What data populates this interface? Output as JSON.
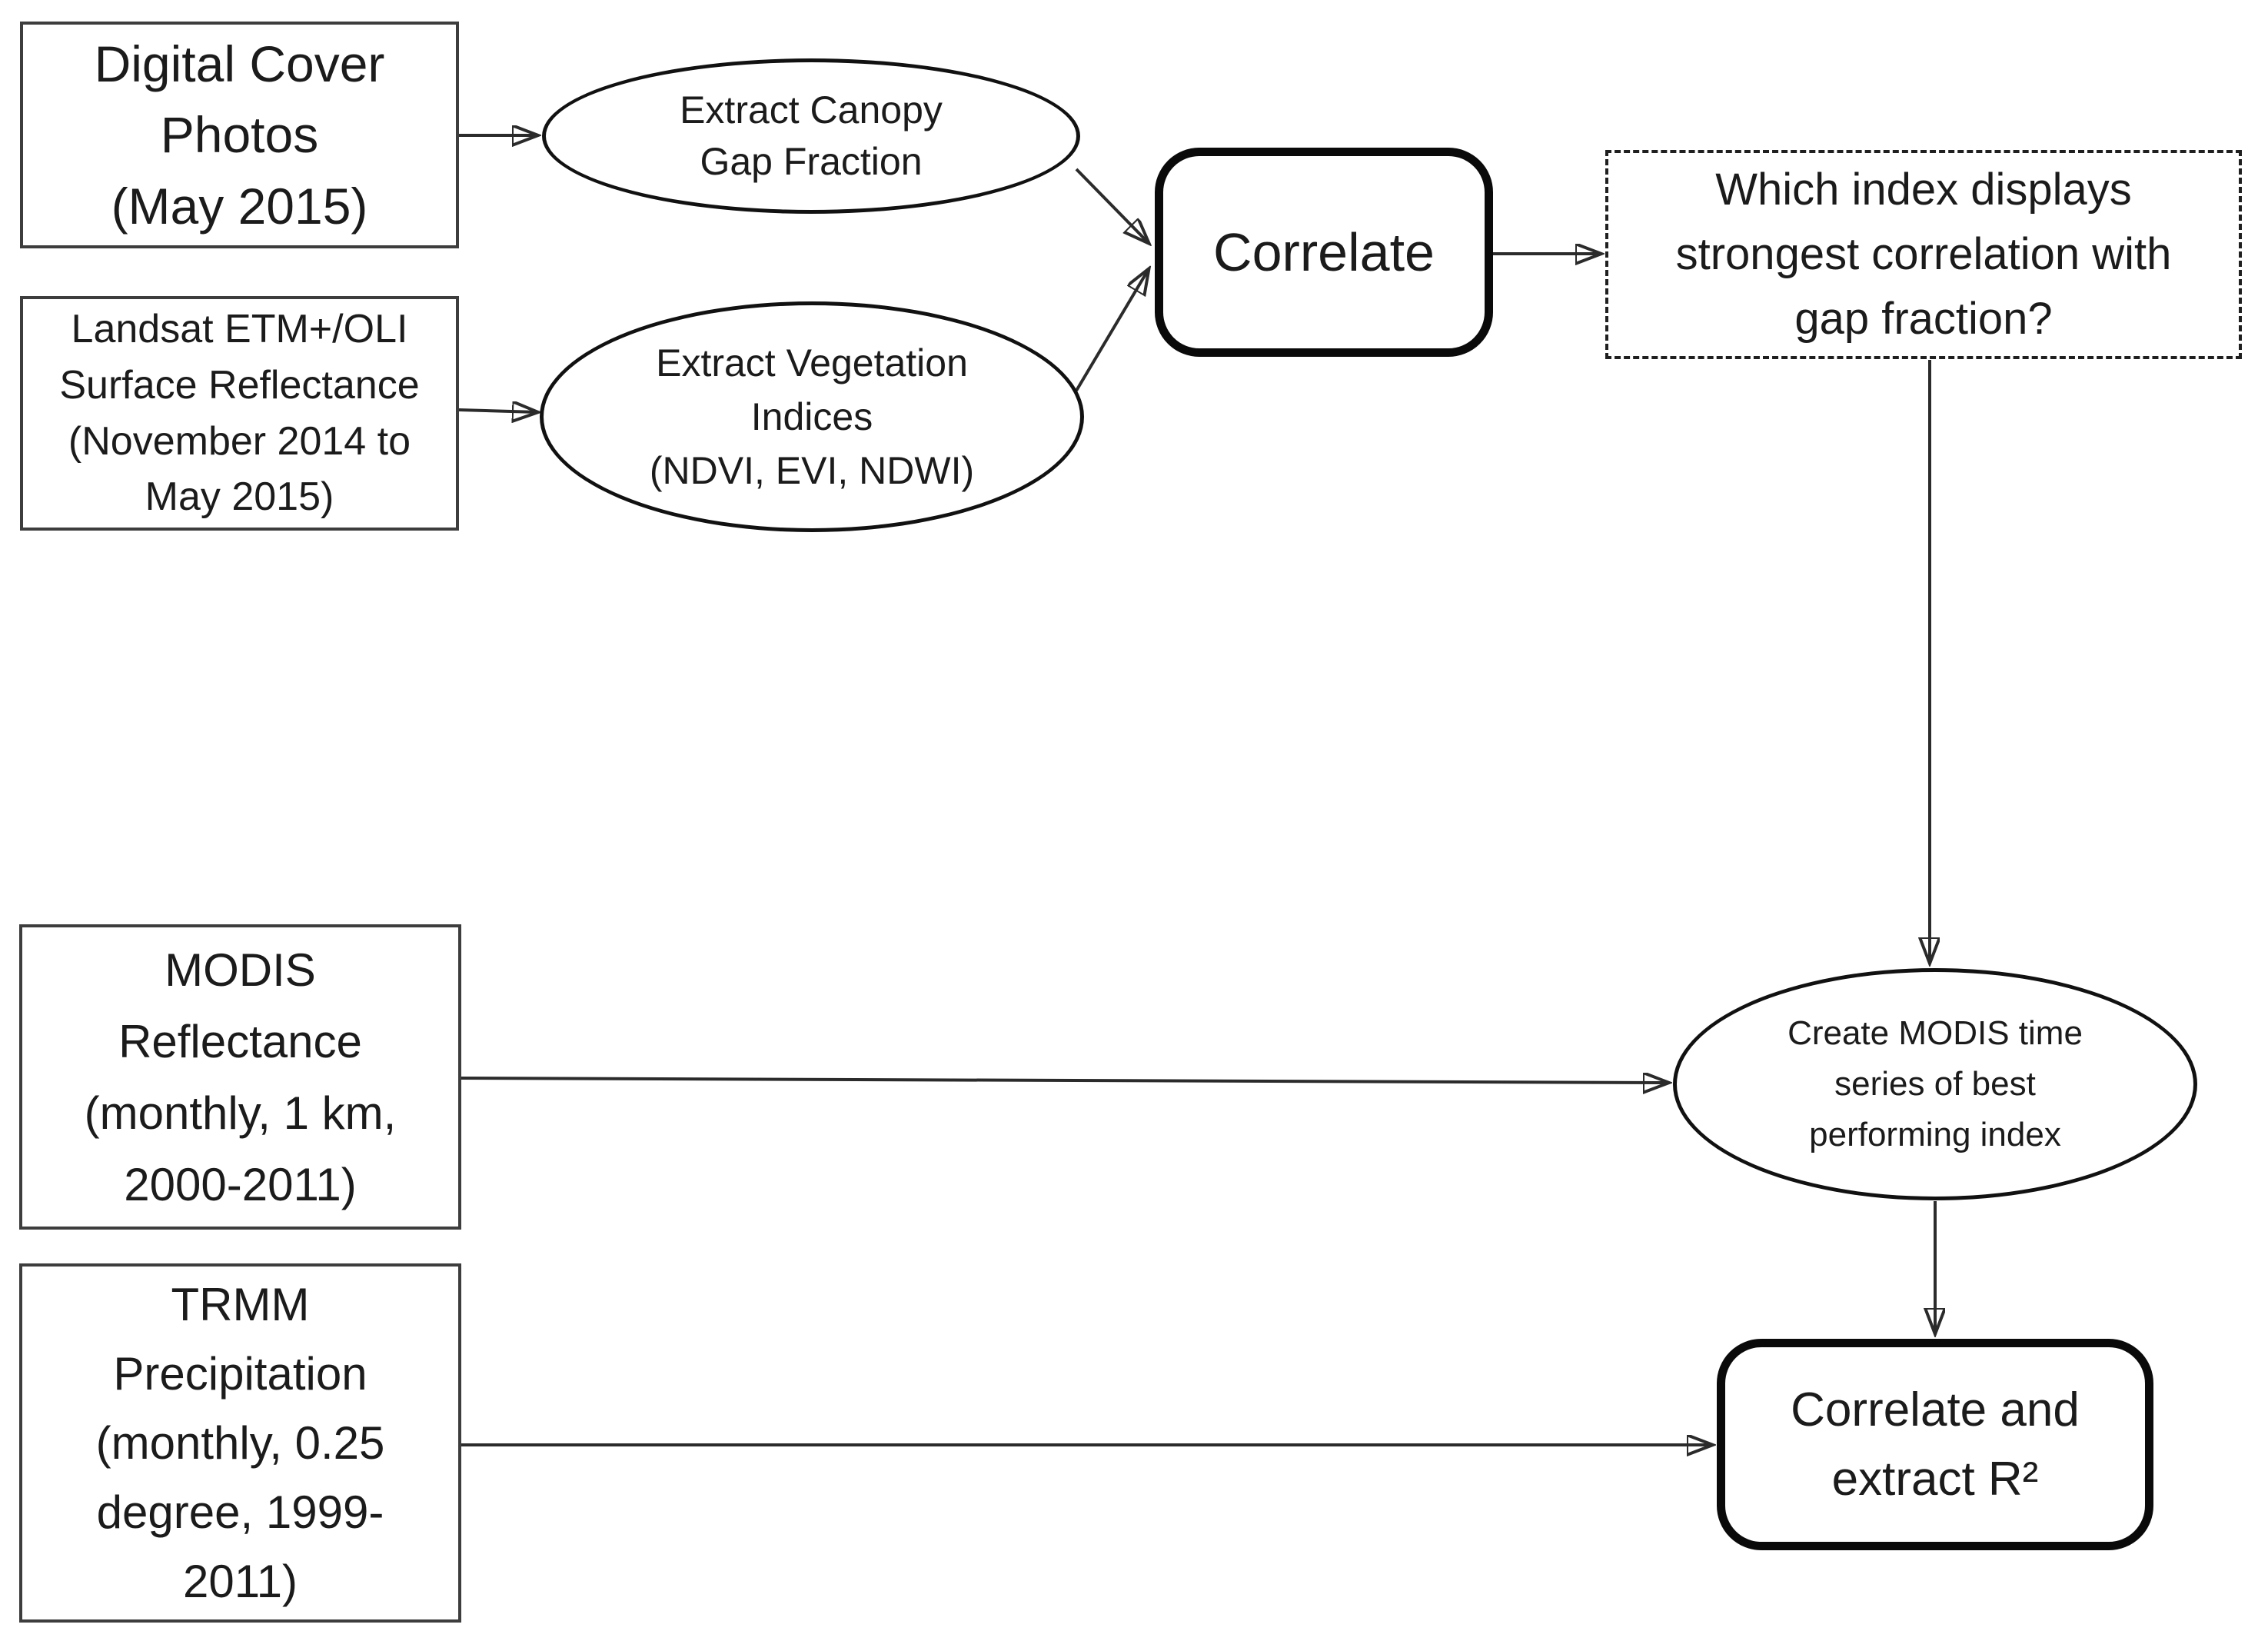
{
  "diagram": {
    "type": "flowchart",
    "nodes": {
      "digital_photos": {
        "shape": "rectangle",
        "label": "Digital Cover\nPhotos\n(May 2015)"
      },
      "landsat": {
        "shape": "rectangle",
        "label": "Landsat ETM+/OLI\nSurface Reflectance\n(November 2014 to\nMay 2015)"
      },
      "extract_gap": {
        "shape": "ellipse",
        "label": "Extract Canopy\nGap Fraction"
      },
      "extract_vi": {
        "shape": "ellipse",
        "label": "Extract Vegetation\nIndices\n(NDVI, EVI, NDWI)"
      },
      "correlate": {
        "shape": "rounded-rectangle-bold",
        "label": "Correlate"
      },
      "question": {
        "shape": "dashed-rectangle",
        "label": "Which index displays\nstrongest correlation with\ngap fraction?"
      },
      "modis": {
        "shape": "rectangle",
        "label": "MODIS\nReflectance\n(monthly, 1 km,\n2000-2011)"
      },
      "trmm": {
        "shape": "rectangle",
        "label": "TRMM\nPrecipitation\n(monthly, 0.25\ndegree, 1999-\n2011)"
      },
      "modis_ts": {
        "shape": "ellipse",
        "label": "Create MODIS time\nseries of best\nperforming index"
      },
      "correlate_r2": {
        "shape": "rounded-rectangle-bold",
        "label": "Correlate and\nextract R²"
      }
    },
    "edges": [
      {
        "from": "digital_photos",
        "to": "extract_gap"
      },
      {
        "from": "landsat",
        "to": "extract_vi"
      },
      {
        "from": "extract_gap",
        "to": "correlate"
      },
      {
        "from": "extract_vi",
        "to": "correlate"
      },
      {
        "from": "correlate",
        "to": "question"
      },
      {
        "from": "question",
        "to": "modis_ts"
      },
      {
        "from": "modis",
        "to": "modis_ts"
      },
      {
        "from": "modis_ts",
        "to": "correlate_r2"
      },
      {
        "from": "trmm",
        "to": "correlate_r2"
      }
    ],
    "colors": {
      "background": "#ffffff",
      "box_border": "#3d3d3d",
      "bold_border": "#0a0a0a",
      "connector": "#2b2b2b",
      "text": "#1b1b1b"
    }
  }
}
